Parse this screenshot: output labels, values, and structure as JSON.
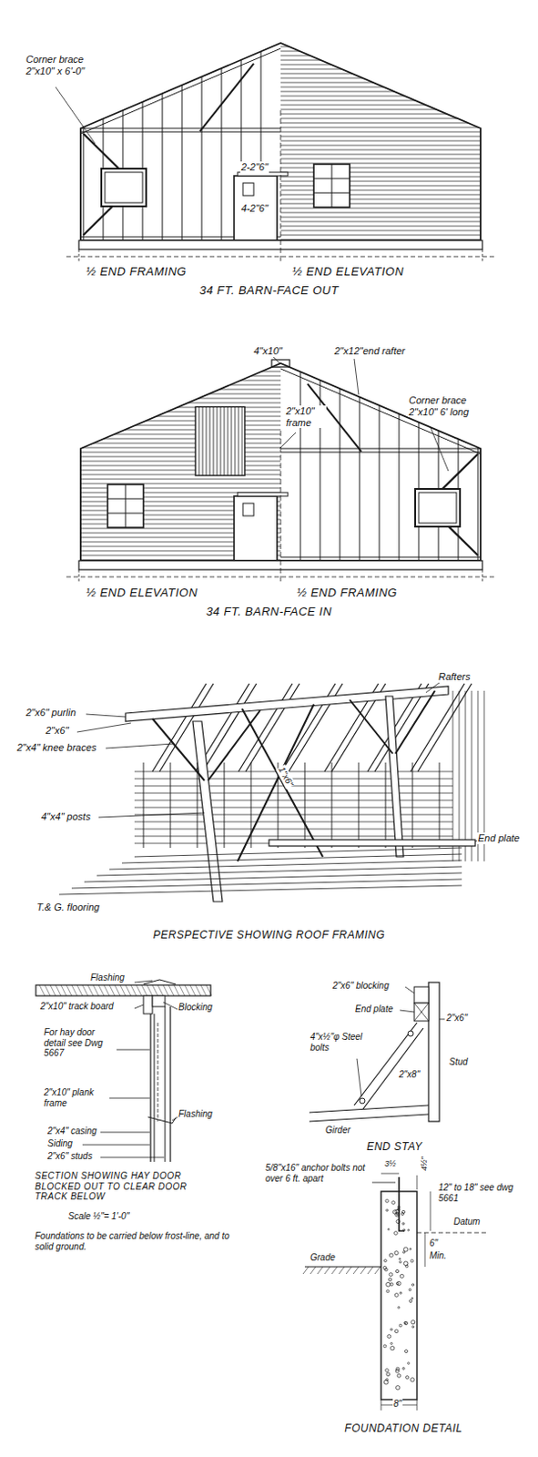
{
  "diagram": {
    "labels": [
      "Corner brace 2\"x10\" x 6'-0\"",
      "2-2\"6\"",
      "4-2\"6\"",
      "½ END FRAMING",
      "½ END ELEVATION",
      "34 FT. BARN-FACE OUT",
      "4\"x10\"",
      "2\"x12\"end rafter",
      "2\"x10\" frame",
      "Corner brace 2\"x10\" 6' long",
      "½ END ELEVATION",
      "½ END FRAMING",
      "34 FT. BARN-FACE IN",
      "2\"x6\" purlin",
      "2\"x6\"",
      "2\"x4\" knee braces",
      "4\"x4\" posts",
      "Rafters",
      "1\"x6\"",
      "End plate",
      "T.& G. flooring",
      "PERSPECTIVE SHOWING ROOF FRAMING",
      "Flashing",
      "2\"x10\" track board",
      "Blocking",
      "For hay door detail see Dwg 5667",
      "2\"x10\" plank frame",
      "Flashing",
      "2\"x4\" casing",
      "Siding",
      "2\"x6\" studs",
      "SECTION SHOWING HAY DOOR BLOCKED OUT TO CLEAR DOOR TRACK BELOW",
      "Scale ½\"= 1'-0\"",
      "Foundations to be carried below frost-line, and to solid ground.",
      "2\"x6\" blocking",
      "End plate",
      "2\"x6\"",
      "4\"x½\"φ Steel bolts",
      "2\"x8\"",
      "Stud",
      "Girder",
      "END STAY",
      "5/8\"x16\" anchor bolts not over 6 ft. apart",
      "3½",
      "4½\"",
      "12\" to 18\" see dwg 5661",
      "Datum",
      "6\"",
      "Min.",
      "Grade",
      "8\"",
      "FOUNDATION DETAIL"
    ]
  }
}
